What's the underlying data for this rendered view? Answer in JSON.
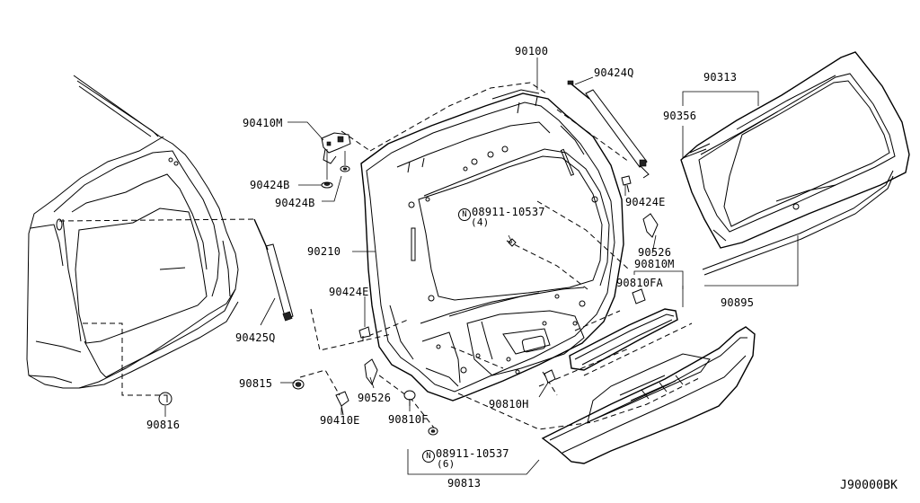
{
  "diagram": {
    "code": "J90000BK",
    "labels": {
      "p90100": "90100",
      "p90424q": "90424Q",
      "p90313": "90313",
      "p90356": "90356",
      "p90410m": "90410M",
      "p90424b_1": "90424B",
      "p90424b_2": "90424B",
      "p90424e_top": "90424E",
      "clip_part": "08911-10537",
      "clip_qty": "(4)",
      "p90210": "90210",
      "p90526_r": "90526",
      "p90810m": "90810M",
      "p90810fa": "90810FA",
      "p90895": "90895",
      "p90424e_mid": "90424E",
      "p90425q": "90425Q",
      "p90815": "90815",
      "p90526_l": "90526",
      "p90810h": "90810H",
      "p90410e": "90410E",
      "p90810f": "90810F",
      "p90816": "90816",
      "clip2_part": "08911-10537",
      "clip2_qty": "(6)",
      "p90813": "90813"
    },
    "nut_symbol": "N"
  }
}
